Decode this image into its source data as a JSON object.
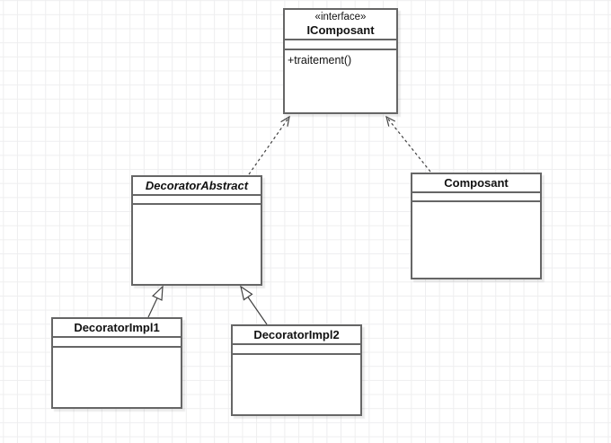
{
  "colors": {
    "canvas_bg": "#ffffff",
    "grid_line": "#eeeeef",
    "shape_border": "#666666",
    "shape_fill": "#ffffff",
    "edge": "#424242",
    "text": "#111111"
  },
  "diagram": {
    "type": "uml-class-diagram",
    "classes": [
      {
        "stereotype": "«interface»",
        "name": "IComposant",
        "methods": [
          "+traitement()"
        ]
      },
      {
        "name": "DecoratorAbstract",
        "abstract": true,
        "methods": []
      },
      {
        "name": "Composant",
        "methods": []
      },
      {
        "name": "DecoratorImpl1",
        "methods": []
      },
      {
        "name": "DecoratorImpl2",
        "methods": []
      }
    ],
    "relations": [
      {
        "type": "realization",
        "from": "DecoratorAbstract",
        "to": "IComposant"
      },
      {
        "type": "realization",
        "from": "Composant",
        "to": "IComposant"
      },
      {
        "type": "generalization",
        "from": "DecoratorImpl1",
        "to": "DecoratorAbstract"
      },
      {
        "type": "generalization",
        "from": "DecoratorImpl2",
        "to": "DecoratorAbstract"
      }
    ]
  }
}
